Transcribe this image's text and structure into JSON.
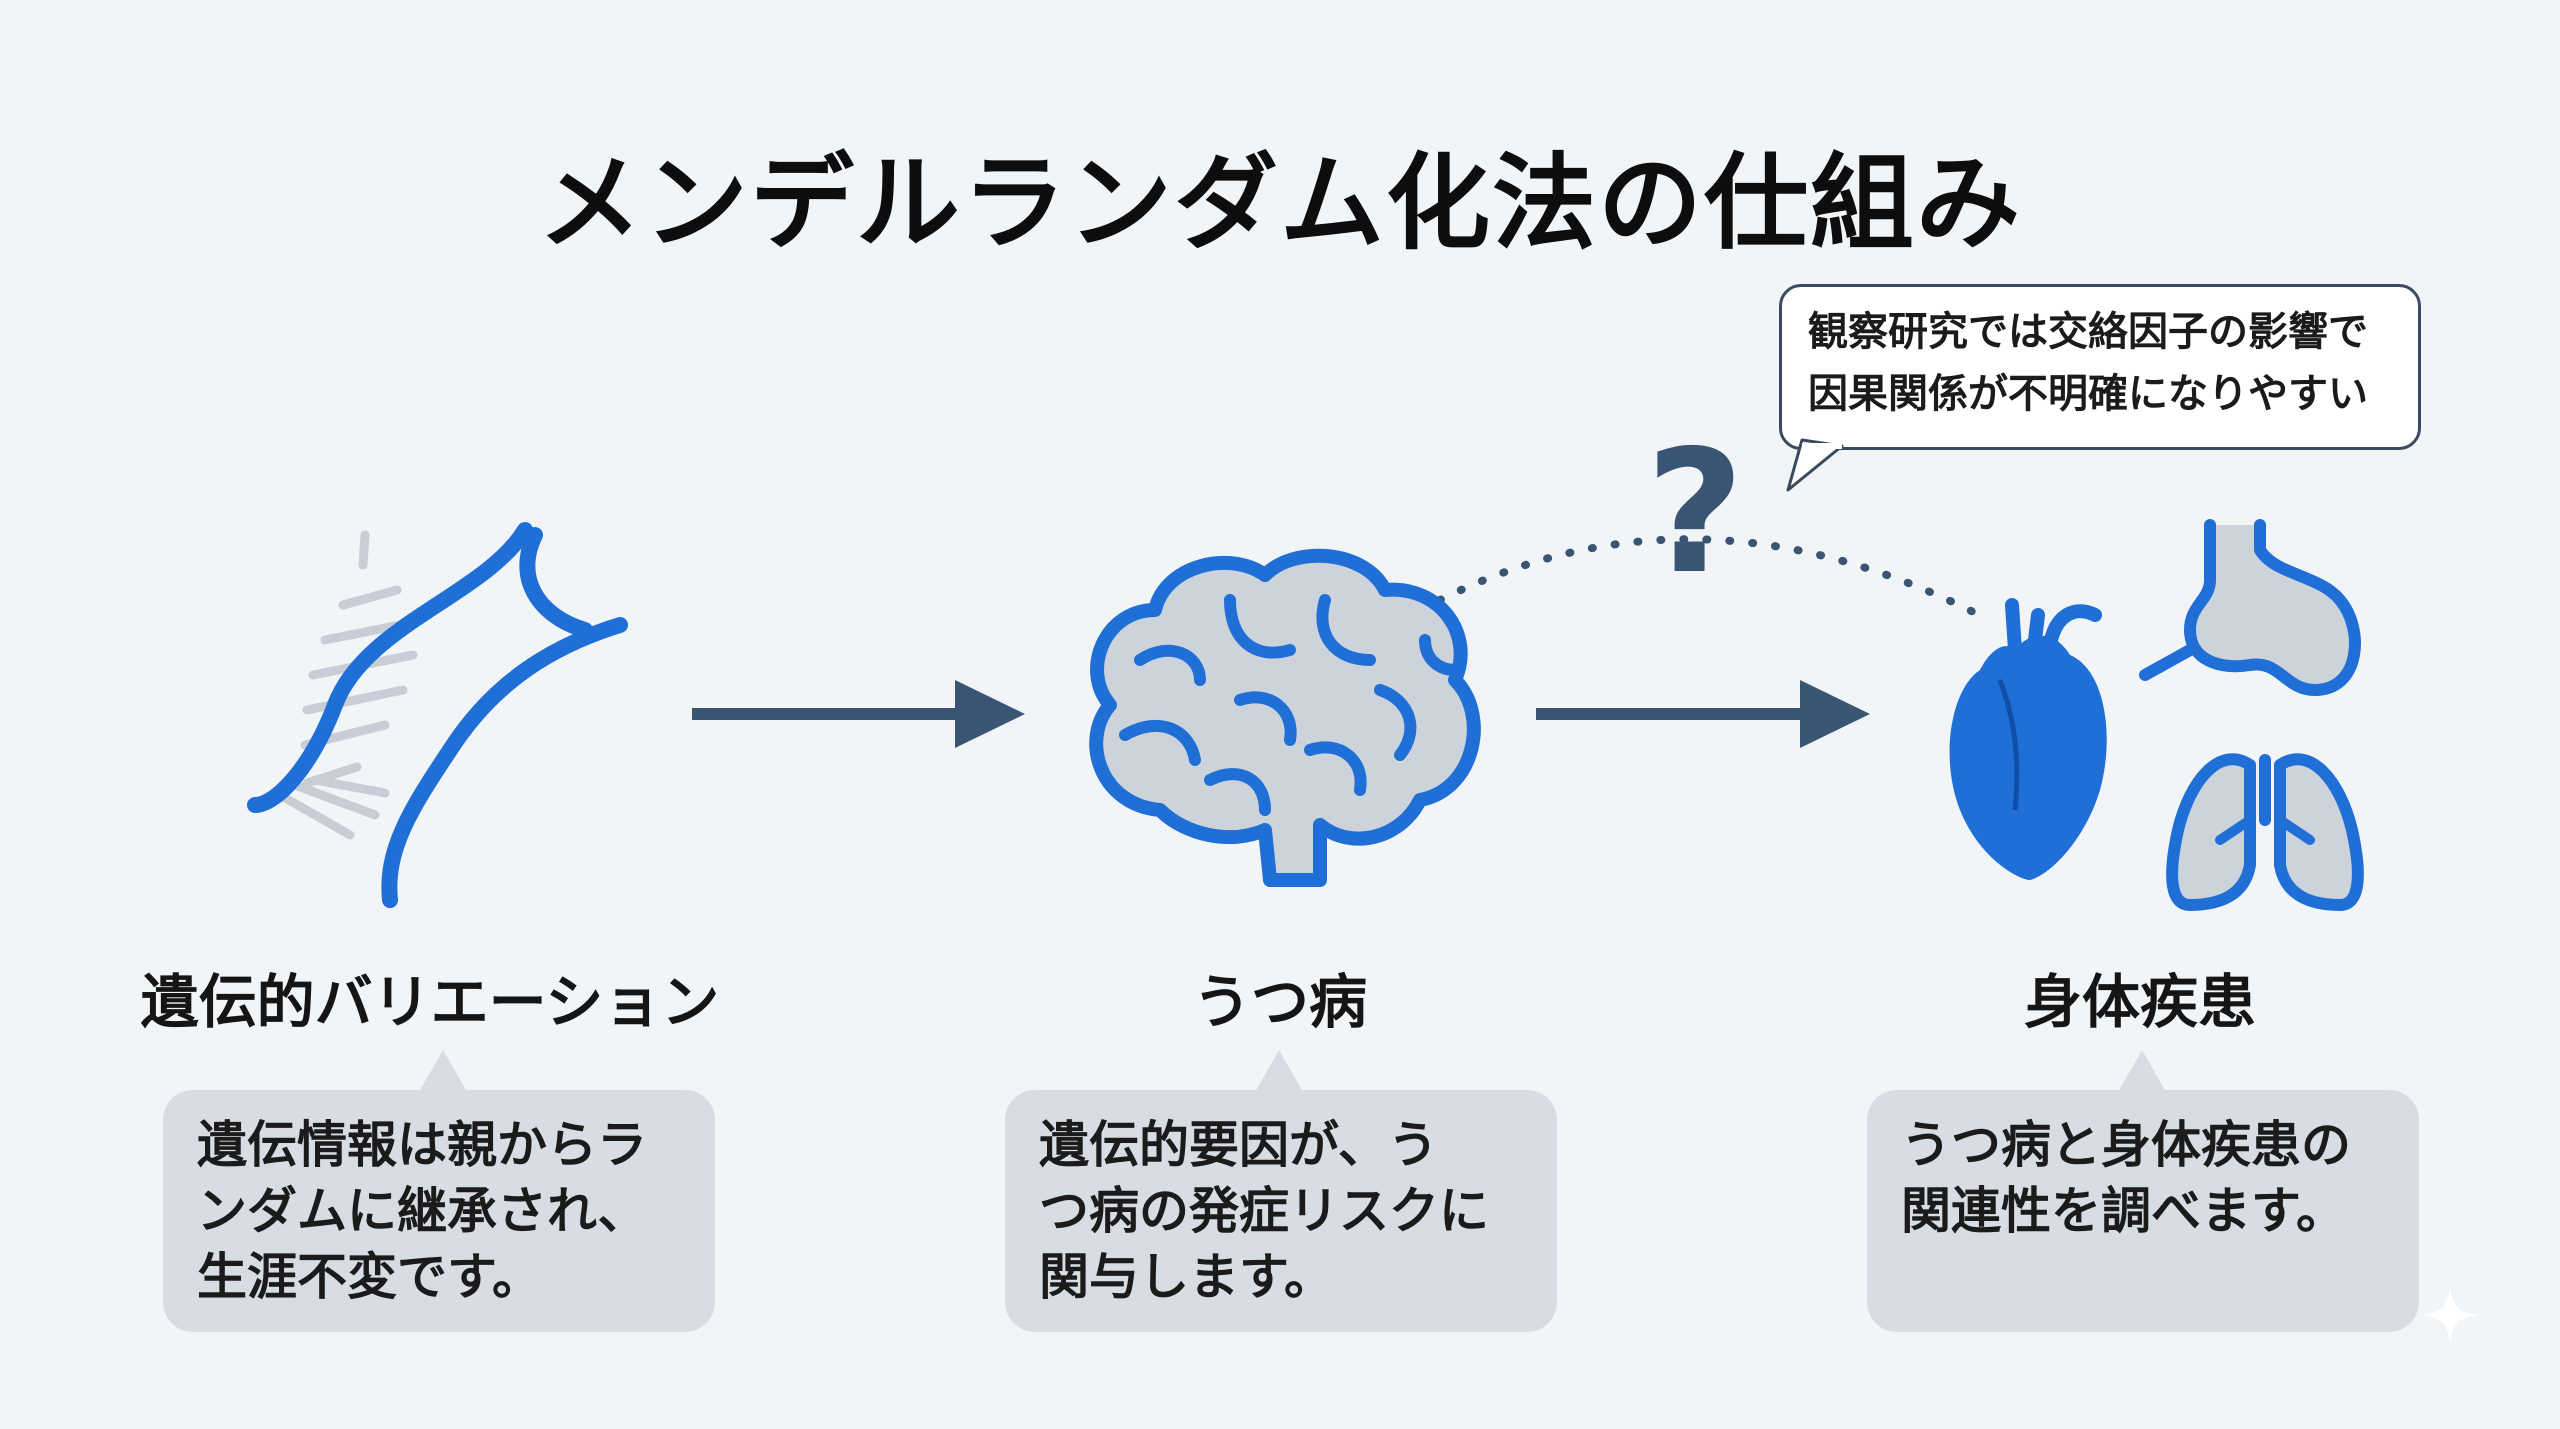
{
  "title": "メンデルランダム化法の仕組み",
  "callout": {
    "text": "観察研究では交絡因子の影響で\n因果関係が不明確になりやすい"
  },
  "question_mark": "?",
  "nodes": [
    {
      "label": "遺伝的バリエーション",
      "icon": "dna-icon",
      "description": "遺伝情報は親からラ\nンダムに継承され、\n生涯不変です。"
    },
    {
      "label": "うつ病",
      "icon": "brain-icon",
      "description": "遺伝的要因が、う\nつ病の発症リスクに\n関与します。"
    },
    {
      "label": "身体疾患",
      "icon": "organs-icon",
      "description": "うつ病と身体疾患の\n関連性を調べます。"
    }
  ],
  "colors": {
    "accent_blue": "#1f6fd6",
    "arrow": "#3a5574",
    "organ_fill": "#cdd3db",
    "box_bg": "#d8dde4",
    "background": "#f2f5f8"
  }
}
